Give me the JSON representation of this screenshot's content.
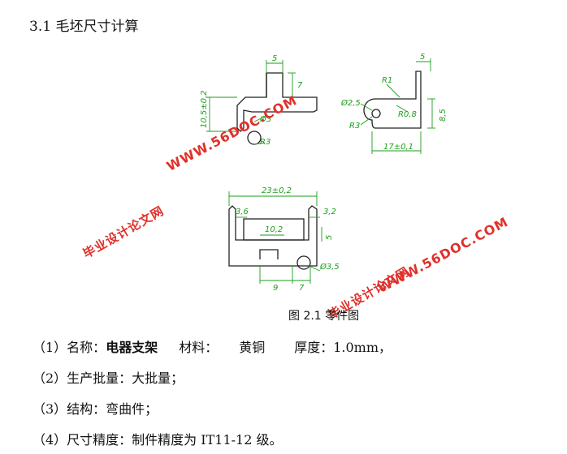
{
  "section": {
    "heading": "3.1 毛坯尺寸计算"
  },
  "figure": {
    "caption": "图 2.1 零件图",
    "dims": {
      "d_5_top": "5",
      "d_7": "7",
      "d_10_5": "10,5±0,2",
      "d_phi3": "Ø3",
      "d_r3": "R3",
      "d_r1": "R1",
      "d_5_right": "5",
      "d_phi2_5": "Ø2,5",
      "d_r0_8": "R0,8",
      "d_8_5": "8,5",
      "d_r3_right": "R3",
      "d_17": "17±0,1",
      "d_23": "23±0,2",
      "d_3_6": "3,6",
      "d_3_2": "3,2",
      "d_10_2": "10,2",
      "d_5_bottom": "5",
      "d_phi3_5": "Ø3,5",
      "d_9": "9",
      "d_7_bottom": "7"
    }
  },
  "watermarks": {
    "site": "WWW.56DOC.COM",
    "cn": "毕业设计论文网"
  },
  "specs": {
    "l1_prefix": "（1）名称：",
    "l1_name": "电器支架",
    "l1_mat_label": "材料：",
    "l1_mat": "黄铜",
    "l1_thick": "厚度：1.0mm，",
    "l2": "（2）生产批量：大批量；",
    "l3": "（3）结构：弯曲件；",
    "l4": "（4）尺寸精度：制件精度为 IT11-12 级。"
  },
  "colors": {
    "dimension": "#1a9e1a",
    "outline": "#222222",
    "watermark": "#e0302a"
  }
}
